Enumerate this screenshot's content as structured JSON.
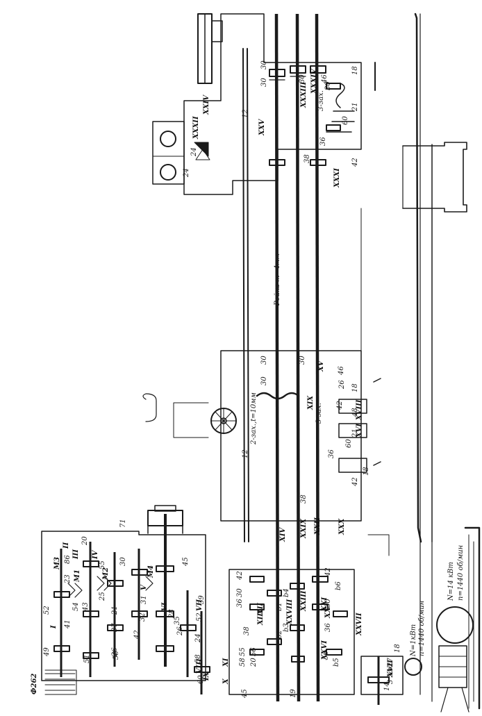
{
  "diagram": {
    "ink": "#1a1a1a",
    "paper": "#ffffff",
    "figure_id": "Ф262",
    "rack_label": "Рейка m=4мм",
    "motor_power": "N=14 кВт",
    "motor_speed": "n=1440 об/мин",
    "pump_power": "N=1кВт",
    "pump_speed": "n=1440 об/мин",
    "worm_label_apron": "2-зах.,t=10мм",
    "worm_label_apron2": "3-зах.",
    "worm_label_apron_right": "3-зах.",
    "worm_label_pump": "3 зах.",
    "clutches": [
      "M1",
      "M2",
      "M3",
      "M4"
    ],
    "shaft_labels": [
      "I",
      "II",
      "III",
      "IV",
      "V",
      "VI",
      "VII",
      "VIII",
      "IX",
      "X",
      "XI",
      "XII",
      "XIII",
      "XIV",
      "XV",
      "XVI",
      "XVII",
      "XVIII",
      "XIX",
      "XX",
      "XXI",
      "XXII",
      "XXIII",
      "XXIV",
      "XXV",
      "XXVI",
      "XXVII",
      "XXVIII",
      "XXIX",
      "XXX",
      "XXXI",
      "XXXII",
      "XXXIII",
      "XXXIV"
    ],
    "gear_labels_headstock": [
      "49",
      "52",
      "86",
      "41",
      "23",
      "20",
      "30",
      "71",
      "45",
      "55",
      "25",
      "54",
      "43",
      "51",
      "21",
      "26",
      "37",
      "58",
      "42",
      "32",
      "31",
      "39",
      "28",
      "35",
      "26",
      "24",
      "52",
      "58",
      "60"
    ],
    "gear_labels_feedbox": [
      "42",
      "36",
      "30",
      "38",
      "55",
      "58",
      "20",
      "56",
      "45",
      "19",
      "42",
      "30",
      "36",
      "56",
      "b1",
      "b2",
      "b3",
      "b4",
      "b5",
      "b6"
    ],
    "gear_labels_apron": [
      "30",
      "30",
      "30",
      "46",
      "26",
      "18",
      "42",
      "48",
      "21",
      "60",
      "36",
      "38",
      "42",
      "18",
      "12"
    ],
    "gear_labels_right": [
      "30",
      "30",
      "30",
      "18",
      "46",
      "30",
      "21",
      "60",
      "36",
      "38",
      "42",
      "12",
      "24",
      "24"
    ],
    "pump_gear_labels": [
      "18",
      "27",
      "14"
    ]
  }
}
